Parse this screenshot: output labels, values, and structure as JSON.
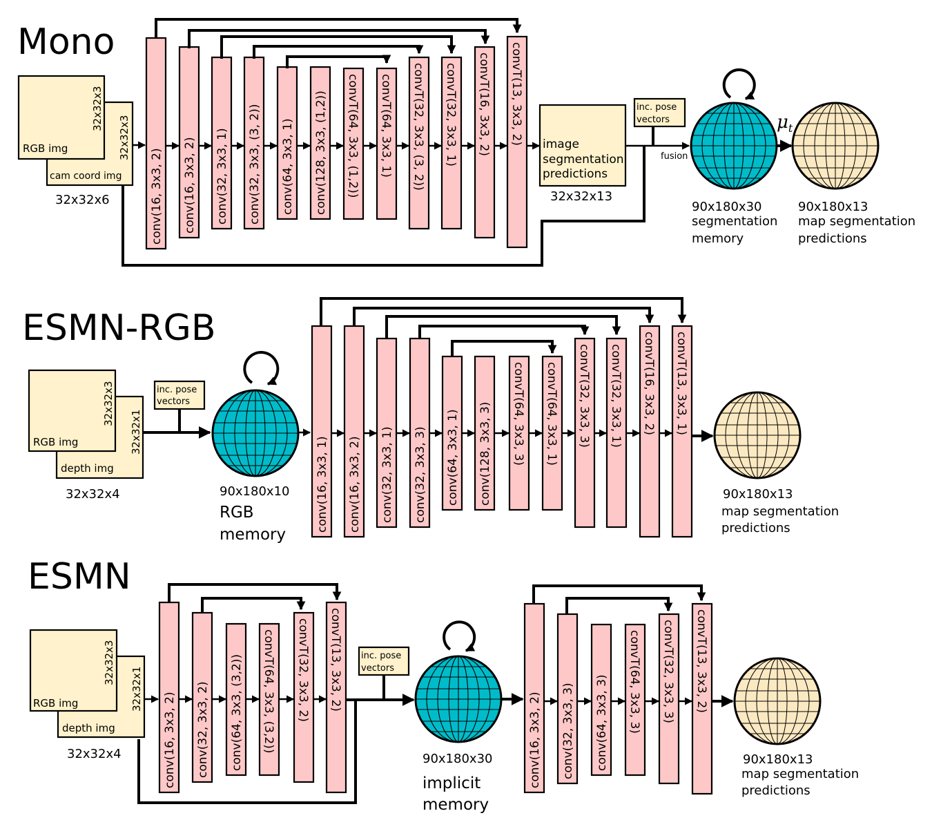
{
  "mono": {
    "title": "Mono",
    "img1": {
      "label": "RGB img",
      "dim": "32x32x3"
    },
    "img2": {
      "label": "cam coord img",
      "dim": "32x32x3"
    },
    "input_dim": "32x32x6",
    "blocks": [
      "conv(16, 3x3, 2)",
      "conv(16, 3x3, 2)",
      "conv(32, 3x3, 1)",
      "conv(32, 3x3, (3, 2))",
      "conv(64, 3x3, 1)",
      "conv(128, 3x3, (1,2))",
      "convT(64, 3x3, (1,2))",
      "convT(64, 3x3, 1)",
      "convT(32, 3x3, (3, 2))",
      "convT(32, 3x3, 1)",
      "convT(16, 3x3, 2)",
      "convT(13, 3x3, 2)"
    ],
    "seg_box": [
      "image",
      "segmentation",
      "predictions"
    ],
    "seg_dim": "32x32x13",
    "pose_box": [
      "inc. pose",
      "vectors"
    ],
    "fusion": "fusion",
    "mu": "μ",
    "mu_sub": "t",
    "mem_text": [
      "90x180x30",
      "segmentation",
      "memory"
    ],
    "out_text": [
      "90x180x13",
      "map segmentation",
      "predictions"
    ]
  },
  "rgb": {
    "title": "ESMN-RGB",
    "img1": {
      "label": "RGB img",
      "dim": "32x32x3"
    },
    "img2": {
      "label": "depth img",
      "dim": "32x32x1"
    },
    "input_dim": "32x32x4",
    "pose_box": [
      "inc. pose",
      "vectors"
    ],
    "mem_text": [
      "90x180x10",
      "RGB",
      "memory"
    ],
    "blocks": [
      "conv(16, 3x3, 1)",
      "conv(16, 3x3, 2)",
      "conv(32, 3x3, 1)",
      "conv(32, 3x3, 3)",
      "conv(64, 3x3, 1)",
      "conv(128, 3x3, 3)",
      "convT(64, 3x3, 3)",
      "convT(64, 3x3, 1)",
      "convT(32, 3x3, 3)",
      "convT(32, 3x3, 1)",
      "convT(16, 3x3, 2)",
      "convT(13, 3x3, 1)"
    ],
    "out_text": [
      "90x180x13",
      "map segmentation",
      "predictions"
    ]
  },
  "esmn": {
    "title": "ESMN",
    "img1": {
      "label": "RGB img",
      "dim": "32x32x3"
    },
    "img2": {
      "label": "depth img",
      "dim": "32x32x1"
    },
    "input_dim": "32x32x4",
    "enc_blocks": [
      "conv(16, 3x3, 2)",
      "conv(32, 3x3, 2)",
      "conv(64, 3x3, (3,2))",
      "convT(64, 3x3, (3,2))",
      "convT(32, 3x3, 2)",
      "convT(13, 3x3, 2)"
    ],
    "pose_box": [
      "inc. pose",
      "vectors"
    ],
    "mem_text": [
      "90x180x30",
      "implicit",
      "memory"
    ],
    "dec_blocks": [
      "conv(16, 3x3, 2)",
      "conv(32, 3x3, 3)",
      "conv(64, 3x3, 3)",
      "convT(64, 3x3, 3)",
      "convT(32, 3x3, 3)",
      "convT(13, 3x3, 2)"
    ],
    "out_text": [
      "90x180x13",
      "map segmentation",
      "predictions"
    ]
  },
  "colors": {
    "block": "#fec8c8",
    "image": "#fff2cc",
    "memory": "#00bcca",
    "map": "#fbe9c2"
  }
}
